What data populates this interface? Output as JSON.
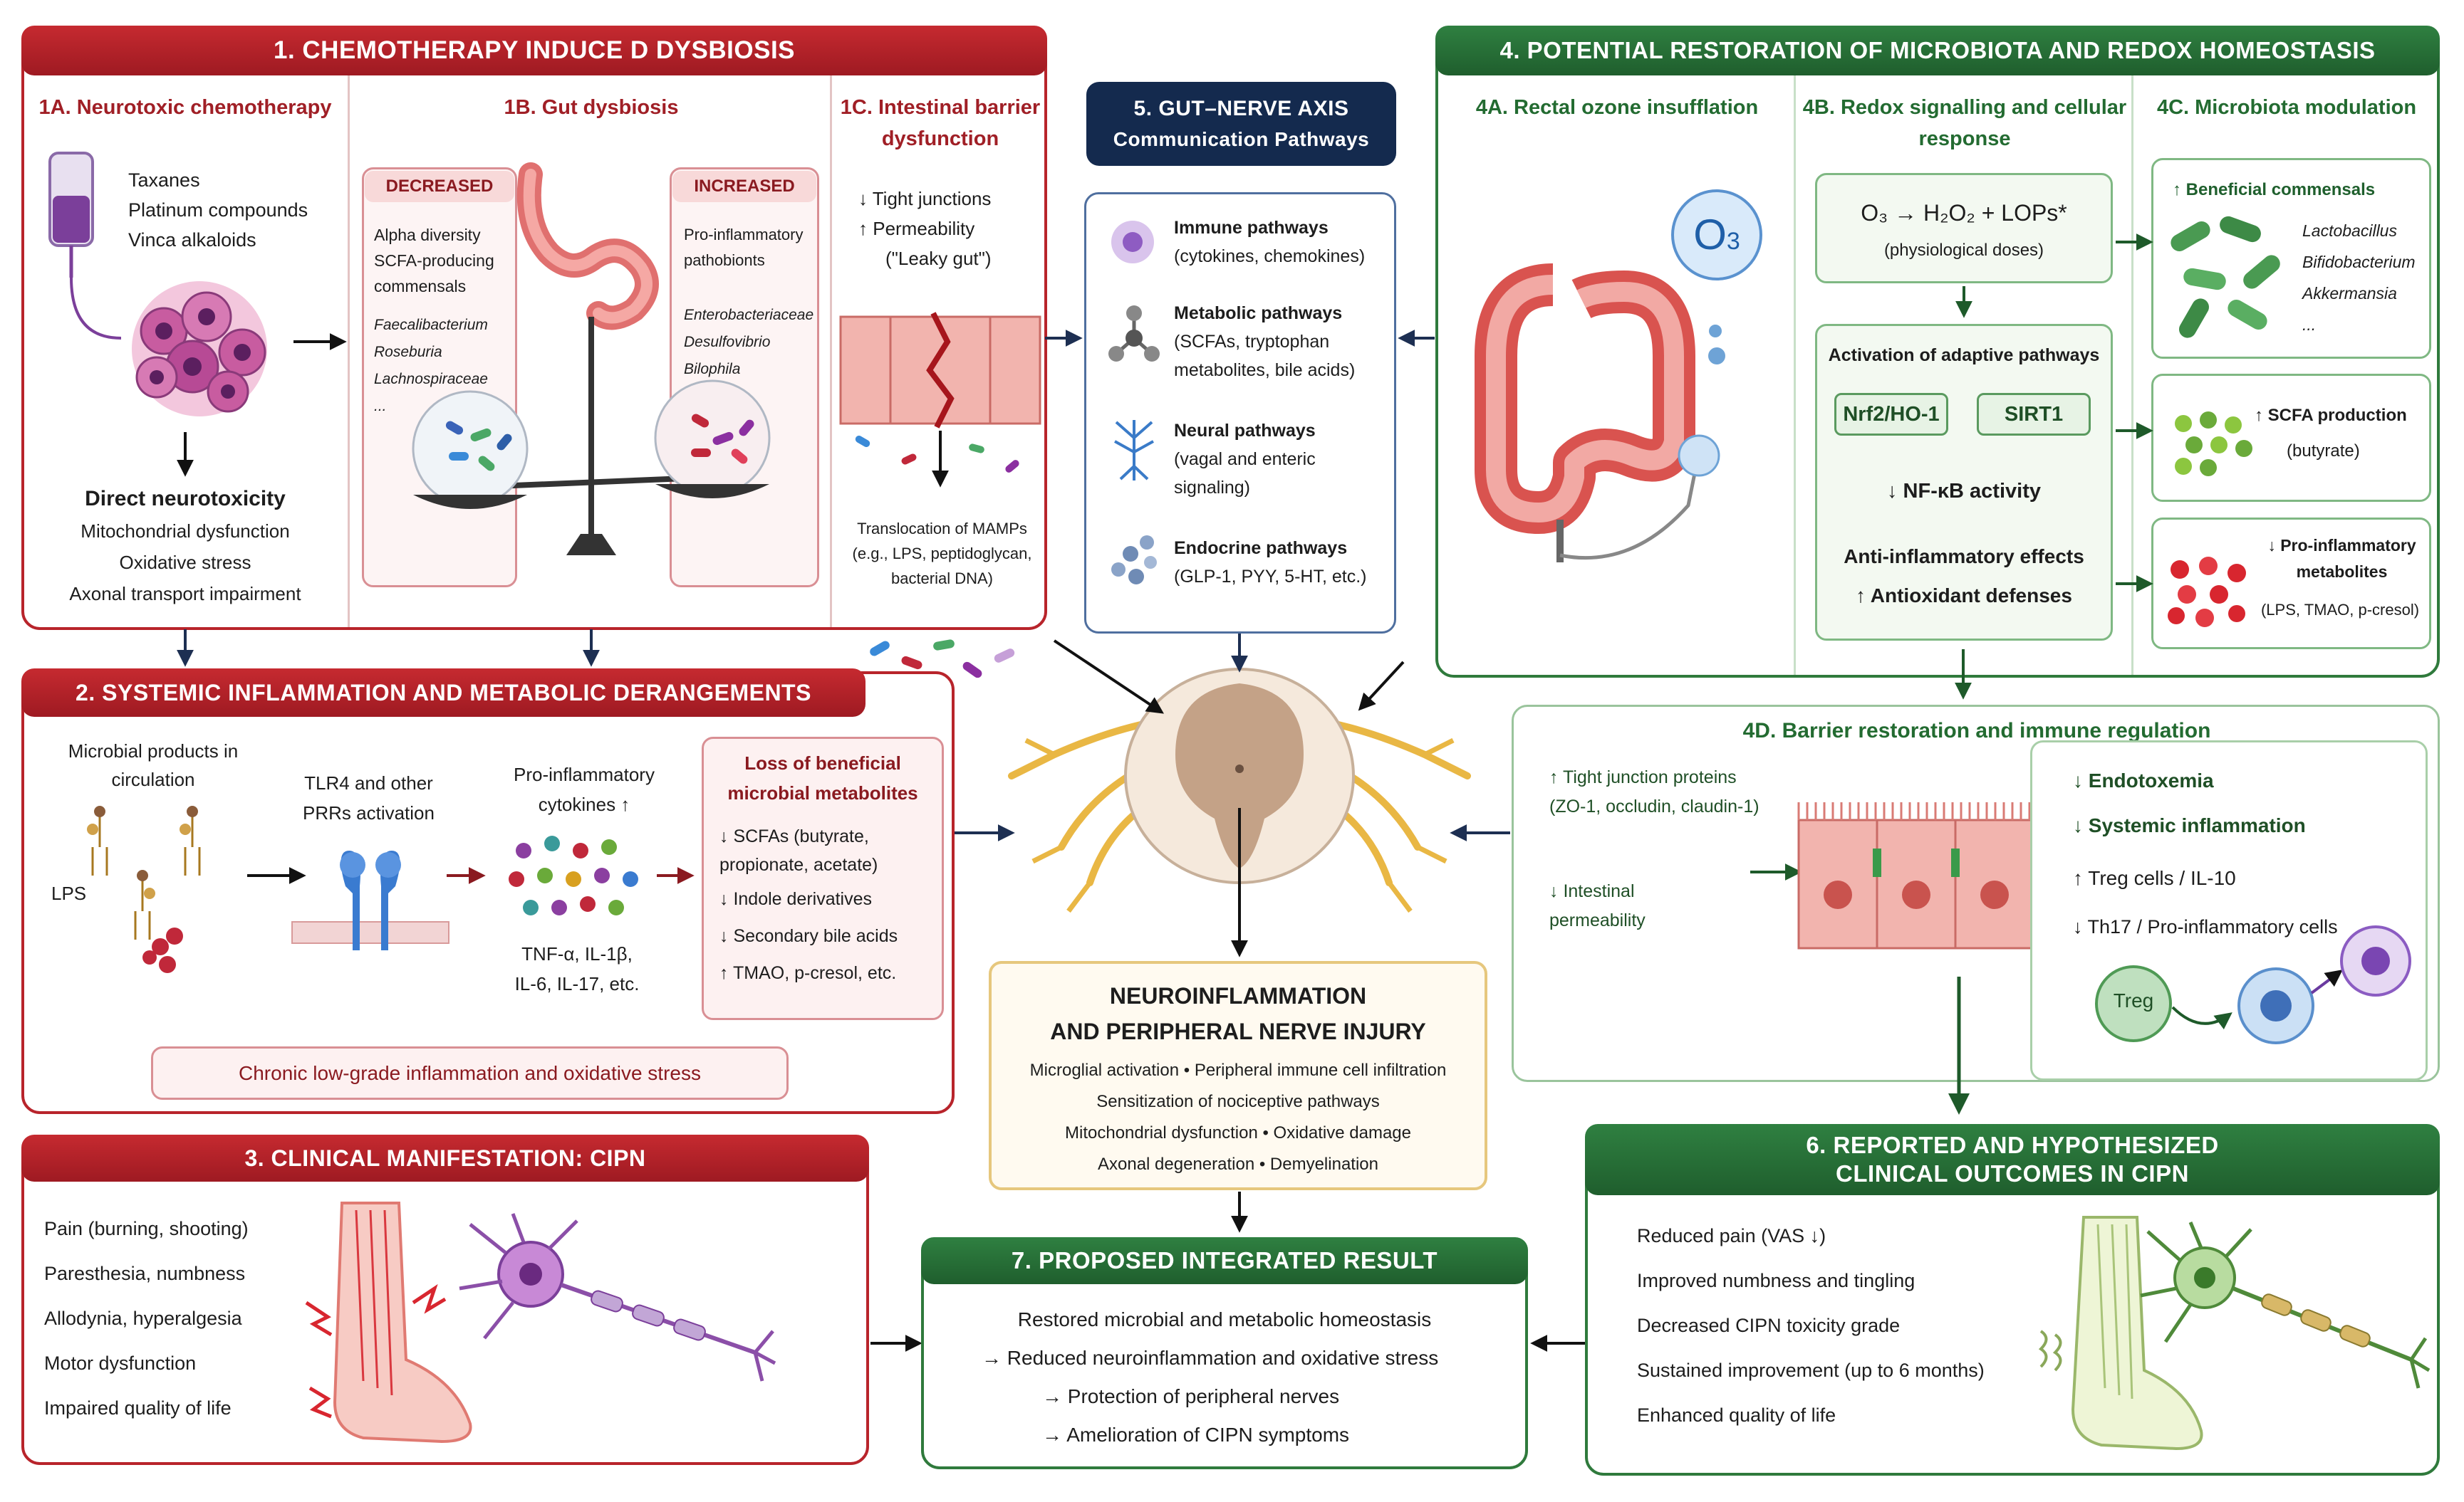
{
  "colors": {
    "red": "#b8242b",
    "green": "#2f7a3c",
    "navy": "#142a4e",
    "cream": "#fffaf0",
    "arrow": "#1d2f52"
  },
  "p1": {
    "title": "1. CHEMOTHERAPY INDUCE D DYSBIOSIS",
    "a_title": "1A. Neurotoxic chemotherapy",
    "a_drugs": [
      "Taxanes",
      "Platinum compounds",
      "Vinca alkaloids"
    ],
    "a_effect_title": "Direct neurotoxicity",
    "a_effects": [
      "Mitochondrial dysfunction",
      "Oxidative stress",
      "Axonal transport impairment"
    ],
    "b_title": "1B. Gut dysbiosis",
    "b_decreased_label": "DECREASED",
    "b_decreased_items": [
      "Alpha diversity",
      "SCFA-producing commensals"
    ],
    "b_decreased_taxa": [
      "Faecalibacterium",
      "Roseburia",
      "Lachnospiraceae",
      "..."
    ],
    "b_increased_label": "INCREASED",
    "b_increased_items": [
      "Pro-inflammatory pathobionts"
    ],
    "b_increased_taxa": [
      "Enterobacteriaceae",
      "Desulfovibrio",
      "Bilophila",
      "..."
    ],
    "c_title": "1C. Intestinal barrier dysfunction",
    "c_items": [
      "↓  Tight junctions",
      "↑  Permeability",
      "(\"Leaky gut\")"
    ],
    "c_translocation": "Translocation of MAMPs (e.g., LPS, peptidoglycan, bacterial DNA)"
  },
  "p2": {
    "title": "2. SYSTEMIC INFLAMMATION AND METABOLIC DERANGEMENTS",
    "microbial": "Microbial products in circulation",
    "lps": "LPS",
    "tlr": "TLR4 and other PRRs activation",
    "cyto_title": "Pro-inflammatory cytokines ↑",
    "cyto_list": "TNF-α, IL-1β, IL-6, IL-17, etc.",
    "loss_title": "Loss of beneficial microbial metabolites",
    "loss_items": [
      "↓  SCFAs (butyrate, propionate, acetate)",
      "↓  Indole derivatives",
      "↓  Secondary bile acids",
      "↑  TMAO, p-cresol, etc."
    ],
    "chronic": "Chronic low-grade inflammation and oxidative stress"
  },
  "p3": {
    "title": "3. CLINICAL MANIFESTATION: CIPN",
    "items": [
      "Pain (burning, shooting)",
      "Paresthesia, numbness",
      "Allodynia, hyperalgesia",
      "Motor dysfunction",
      "Impaired quality of life"
    ]
  },
  "p4": {
    "title": "4. POTENTIAL RESTORATION OF MICROBIOTA AND REDOX HOMEOSTASIS",
    "a_title": "4A. Rectal ozone insufflation",
    "o3_label": "O",
    "o3_sub": "3",
    "b_title": "4B. Redox signalling and cellular response",
    "b_formula": "O₃ → H₂O₂ + LOPs*",
    "b_doses": "(physiological doses)",
    "b_activation": "Activation of adaptive pathways",
    "b_nrf2": "Nrf2/HO-1",
    "b_sirt1": "SIRT1",
    "b_nfkb": "↓  NF-κB activity",
    "b_antiinfl": "Anti-inflammatory effects",
    "b_antiox": "↑  Antioxidant defenses",
    "c_title": "4C. Microbiota modulation",
    "c_benef_title": "↑  Beneficial commensals",
    "c_benef_taxa": [
      "Lactobacillus",
      "Bifidobacterium",
      "Akkermansia",
      "..."
    ],
    "c_scfa": "↑  SCFA production",
    "c_scfa_sub": "(butyrate)",
    "c_pro": "↓  Pro-inflammatory metabolites",
    "c_pro_sub": "(LPS, TMAO, p-cresol)",
    "d_title": "4D. Barrier restoration and immune regulation",
    "d_left": [
      "↑  Tight junction proteins (ZO-1, occludin, claudin-1)",
      "↓  Intestinal permeability"
    ],
    "d_right": [
      "↓  Endotoxemia",
      "↓  Systemic inflammation",
      "↑  Treg cells / IL-10",
      "↓  Th17 / Pro-inflammatory cells"
    ],
    "d_treg": "Treg"
  },
  "p5": {
    "title": "5. GUT–NERVE AXIS",
    "subtitle": "Communication Pathways",
    "items": [
      {
        "name": "Immune pathways",
        "desc": "(cytokines, chemokines)"
      },
      {
        "name": "Metabolic pathways",
        "desc": "(SCFAs, tryptophan metabolites, bile acids)"
      },
      {
        "name": "Neural pathways",
        "desc": "(vagal and enteric signaling)"
      },
      {
        "name": "Endocrine pathways",
        "desc": "(GLP-1, PYY, 5-HT, etc.)"
      }
    ]
  },
  "center": {
    "title1": "NEUROINFLAMMATION",
    "title2": "AND PERIPHERAL NERVE INJURY",
    "lines": [
      "Microglial activation  •  Peripheral immune cell infiltration",
      "Sensitization of nociceptive pathways",
      "Mitochondrial dysfunction  •  Oxidative damage",
      "Axonal degeneration  •  Demyelination"
    ]
  },
  "p6": {
    "title1": "6. REPORTED AND HYPOTHESIZED",
    "title2": "CLINICAL OUTCOMES IN CIPN",
    "items": [
      "Reduced pain (VAS ↓)",
      "Improved numbness and tingling",
      "Decreased CIPN toxicity grade",
      "Sustained improvement (up to 6 months)",
      "Enhanced quality of life"
    ]
  },
  "p7": {
    "title": "7. PROPOSED INTEGRATED RESULT",
    "lines": [
      "Restored microbial and metabolic homeostasis",
      "→  Reduced neuroinflammation and oxidative stress",
      "→  Protection of peripheral nerves",
      "→  Amelioration of CIPN symptoms"
    ]
  }
}
